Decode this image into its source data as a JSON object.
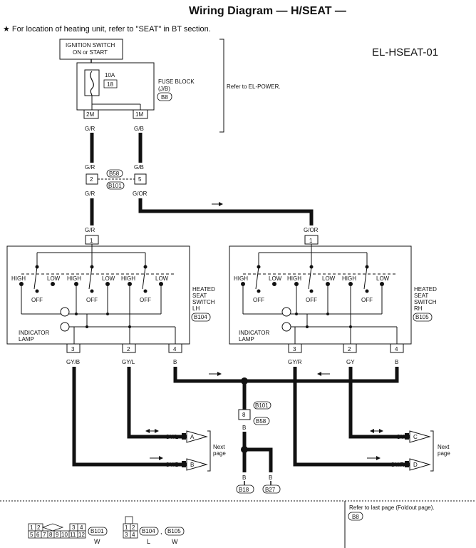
{
  "header": {
    "title": "Wiring Diagram — H/SEAT —",
    "note": "★ For location of heating unit, refer to \"SEAT\" in BT section.",
    "code": "EL-HSEAT-01"
  },
  "power": {
    "ignition_line1": "IGNITION SWITCH",
    "ignition_line2": "ON or START",
    "fuse_amp": "10A",
    "fuse_num": "18",
    "fuse_block_line1": "FUSE BLOCK",
    "fuse_block_line2": "(J/B)",
    "fuse_block_conn": "B8",
    "refer": "Refer to EL-POWER.",
    "term_2m": "2M",
    "term_1m": "1M"
  },
  "wires": {
    "gr": "G/R",
    "gb": "G/B",
    "gor": "G/OR",
    "gyb": "GY/B",
    "gyl": "GY/L",
    "gyr": "GY/R",
    "gy": "GY",
    "b": "B"
  },
  "joint": {
    "pin2": "2",
    "pin5": "5",
    "conn_a": "B58",
    "conn_b": "B101"
  },
  "switch_lh": {
    "name_line1": "HEATED",
    "name_line2": "SEAT",
    "name_line3": "SWITCH",
    "name_line4": "LH",
    "conn": "B104",
    "pin_top": "1",
    "pin3": "3",
    "pin2": "2",
    "pin4": "4"
  },
  "switch_rh": {
    "name_line1": "HEATED",
    "name_line2": "SEAT",
    "name_line3": "SWITCH",
    "name_line4": "RH",
    "conn": "B105",
    "pin_top": "1",
    "pin3": "3",
    "pin2": "2",
    "pin4": "4"
  },
  "switch_labels": {
    "high": "HIGH",
    "low": "LOW",
    "off": "OFF",
    "indicator_line1": "INDICATOR",
    "indicator_line2": "LAMP"
  },
  "ground": {
    "pin": "8",
    "conn_a": "B101",
    "conn_b": "B58",
    "g1": "B18",
    "g2": "B27"
  },
  "next_page": {
    "a": "A",
    "b": "B",
    "c": "C",
    "d": "D",
    "text_line1": "Next",
    "text_line2": "page"
  },
  "footer": {
    "conn_b101_pins_top": [
      "1",
      "2",
      "3",
      "4"
    ],
    "conn_b101_pins_bottom": [
      "5",
      "6",
      "7",
      "8",
      "9",
      "10",
      "11",
      "12"
    ],
    "conn_b101": "B101",
    "conn_b101_color": "W",
    "conn_b104_pins_top": [
      "1",
      "2"
    ],
    "conn_b104_pins_bottom": [
      "3",
      "4"
    ],
    "conn_b104": "B104",
    "conn_b104_color": "L",
    "conn_b105": "B105",
    "conn_b105_color": "W",
    "separator": ",",
    "foldout": "Refer to last page (Foldout page).",
    "foldout_conn": "B8"
  }
}
